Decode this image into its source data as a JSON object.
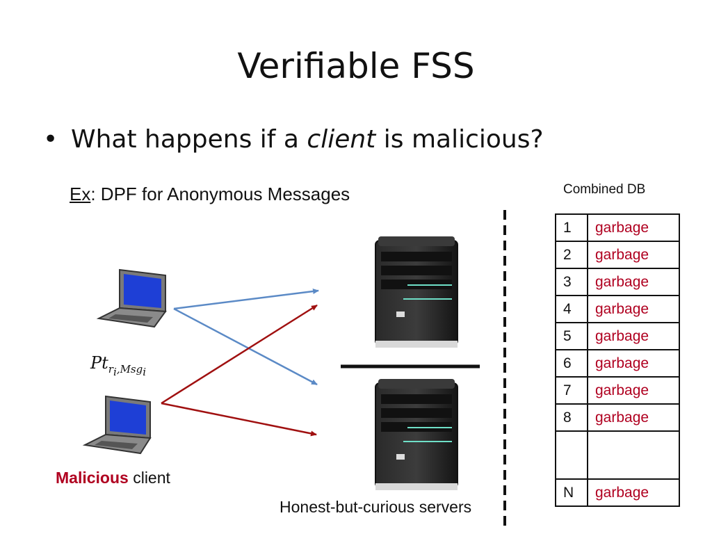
{
  "title": "Verifiable FSS",
  "bullet": {
    "symbol": "•",
    "before": "What happens if a ",
    "emph": "client",
    "after": " is malicious?"
  },
  "example": {
    "prefix": "Ex",
    "rest": ":  DPF for Anonymous Messages"
  },
  "client_label": {
    "base": "Pt",
    "sub": "r",
    "subsub": "i",
    "comma": ",",
    "msg": "Msg",
    "msgsub": "i"
  },
  "malicious": {
    "word": "Malicious",
    "rest": " client"
  },
  "servers_label": "Honest-but-curious servers",
  "db": {
    "label": "Combined DB",
    "rows": [
      {
        "idx": "1",
        "val": "garbage"
      },
      {
        "idx": "2",
        "val": "garbage"
      },
      {
        "idx": "3",
        "val": "garbage"
      },
      {
        "idx": "4",
        "val": "garbage"
      },
      {
        "idx": "5",
        "val": "garbage"
      },
      {
        "idx": "6",
        "val": "garbage"
      },
      {
        "idx": "7",
        "val": "garbage"
      },
      {
        "idx": "8",
        "val": "garbage"
      },
      {
        "idx": "",
        "val": ""
      },
      {
        "idx": "N",
        "val": "garbage"
      }
    ]
  },
  "colors": {
    "honest_arrow": "#5b8ac6",
    "malicious_arrow": "#a01010",
    "garbage_text": "#b00020"
  },
  "icons": [
    "laptop-icon",
    "laptop-icon",
    "server-icon",
    "server-icon"
  ]
}
